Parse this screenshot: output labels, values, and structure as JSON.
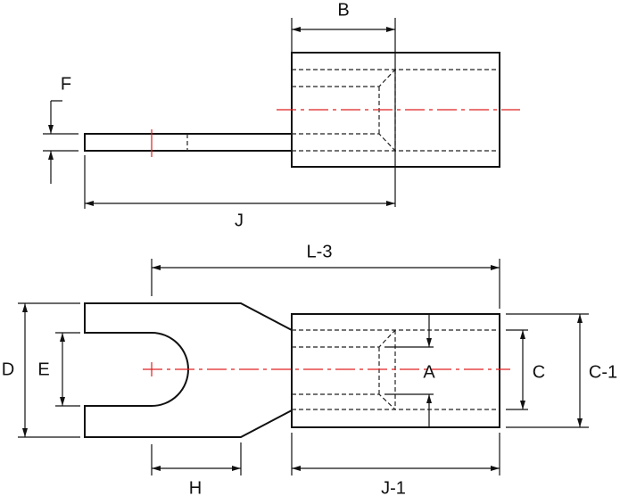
{
  "labels": {
    "B": "B",
    "F": "F",
    "J": "J",
    "L3": "L-3",
    "D": "D",
    "E": "E",
    "A": "A",
    "C": "C",
    "C1": "C-1",
    "H": "H",
    "J1": "J-1"
  },
  "colors": {
    "outline": "#111111",
    "centerline": "#e02020"
  }
}
